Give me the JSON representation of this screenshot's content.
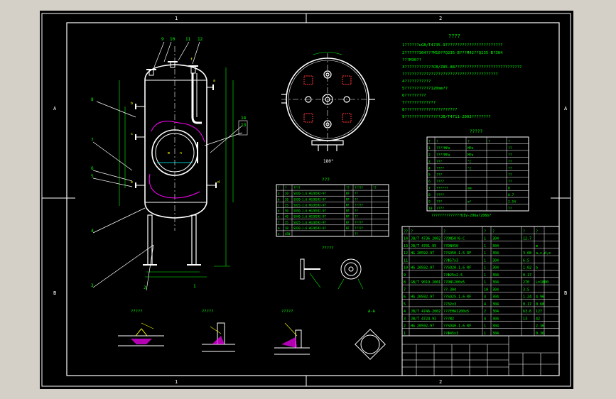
{
  "border": {
    "col_top": [
      "1",
      "2"
    ],
    "col_bottom": [
      "1",
      "2"
    ],
    "row_left": [
      "A",
      "B"
    ],
    "row_right": [
      "A",
      "B"
    ]
  },
  "notes": {
    "title": "????",
    "lines": [
      "1??????uGB/T4735-97???????????????????????",
      "2??????304???M10??Q235-B???M42??Q235-B?304",
      "   ???M30??",
      "3????????????CB/Z85-88????????????????????????????",
      "   ????????????????????????????????????????",
      "4???????????",
      "5???????????120mm??",
      "6?????????",
      "7?????????????",
      "8??????????????????????",
      "9???????????????JB/T4711-2003????????"
    ]
  },
  "spec_table": {
    "title": "?????",
    "header": [
      "?",
      "?",
      "?",
      "?",
      "?"
    ],
    "rows": [
      [
        "1",
        "????MPa",
        "MPa",
        "",
        "??"
      ],
      [
        "2",
        "????MPa",
        "MPa",
        "",
        "??"
      ],
      [
        "3",
        "???",
        "°C",
        "",
        "??"
      ],
      [
        "4",
        "????",
        "°C",
        "",
        "??"
      ],
      [
        "5",
        "???",
        "",
        "",
        "??"
      ],
      [
        "6",
        "????",
        "",
        "",
        "??"
      ],
      [
        "7",
        "??????",
        "mm",
        "",
        "0"
      ],
      [
        "8",
        "????",
        "",
        "",
        "0.7"
      ],
      [
        "9",
        "???",
        "m³",
        "",
        "2.54"
      ],
      [
        "10",
        "????",
        "",
        "",
        "??"
      ]
    ],
    "footer": "??????????????DIV-206a?206b?"
  },
  "nozzle_table": {
    "title": "???",
    "header": [
      "?",
      "?",
      "????",
      "??",
      "?????",
      "??"
    ],
    "rows": [
      [
        "a",
        "20",
        "SO20-1.6 HG20592-97",
        "RF",
        "??",
        ""
      ],
      [
        "b",
        "20",
        "SO20-1.6 HG20592-97",
        "RF",
        "??",
        ""
      ],
      [
        "c",
        "25",
        "SO25-1.6 HG20592-97",
        "RF",
        "?????",
        ""
      ],
      [
        "d",
        "50",
        "SO50-1.6 HG20592-97",
        "RF",
        "??",
        ""
      ],
      [
        "e",
        "40",
        "SO40-1.6 HG20592-97",
        "RF",
        "??",
        ""
      ],
      [
        "f",
        "25",
        "SO25-1.6 HG20592-97",
        "RF",
        "?????",
        ""
      ],
      [
        "m",
        "20",
        "SO20-1.6 HG20592-97",
        "RF",
        "?????",
        ""
      ],
      [
        "n",
        "450",
        "",
        "",
        "??",
        ""
      ]
    ]
  },
  "bom_table": {
    "rows": [
      [
        "14",
        "JB/T 4736-2002",
        "??DN50?6-C",
        "1",
        "304",
        "12.7",
        ""
      ],
      [
        "13",
        "JB/T 4701-95",
        "??DN450",
        "1",
        "304",
        "",
        "m"
      ],
      [
        "12",
        "HG 20592-97",
        "??SO50-1.6 RF",
        "1",
        "304",
        "3.08",
        "a,c,d,e"
      ],
      [
        "11",
        "",
        "??Φ57x3",
        "1",
        "304",
        "6.5",
        ""
      ],
      [
        "10",
        "HG 20592-97",
        "??SO20-1.6 RF",
        "1",
        "304",
        "1.02",
        "b"
      ],
      [
        "9",
        "",
        "??Φ25x2.5",
        "1",
        "304",
        "0.17",
        ""
      ],
      [
        "8",
        "GB/T 9019-2001",
        "??DN1200x5",
        "1",
        "304",
        "270",
        "L=1800"
      ],
      [
        "7",
        "",
        "??-304",
        "10",
        "304",
        "3.5",
        ""
      ],
      [
        "6",
        "HG 20592-97",
        "??SO25-1.6 RF",
        "4",
        "304",
        "1.24",
        "4.96"
      ],
      [
        "5",
        "",
        "??32x3",
        "4",
        "304",
        "0.17",
        "0.68"
      ],
      [
        "4",
        "JB/T 4746-2002",
        "???EHA1200x5",
        "2",
        "304",
        "63.6",
        "127"
      ],
      [
        "3",
        "JB/T 4724-92",
        "???B2",
        "4",
        "304",
        "13",
        "42"
      ],
      [
        "2",
        "HG 20592-97",
        "??SO40-1.6 RF",
        "1",
        "304",
        "",
        "2.36"
      ],
      [
        "1",
        "",
        "??Φ45x3",
        "1",
        "304",
        "",
        "0.36"
      ]
    ],
    "header": [
      "??",
      "?",
      "?",
      "?",
      "?",
      "?",
      "?"
    ]
  },
  "views": {
    "top_view_angle": "180°",
    "detail_label": "?????",
    "section_label": "A-A",
    "weld_labels": [
      "?????",
      "?????",
      "?????"
    ],
    "leader_numbers": [
      "9",
      "10",
      "11",
      "12",
      "8",
      "7",
      "6",
      "5",
      "4",
      "3",
      "2",
      "1",
      "14",
      "13"
    ],
    "nozzle_letters": [
      "a",
      "b",
      "c",
      "d",
      "e",
      "f",
      "m",
      "n"
    ]
  },
  "colors": {
    "line": "#ffffff",
    "dim": "#00ff00",
    "hatch": "#ff00ff",
    "text": "#00ff00",
    "red": "#ff3333",
    "cyan": "#00ffff",
    "yellow": "#ffff00"
  }
}
